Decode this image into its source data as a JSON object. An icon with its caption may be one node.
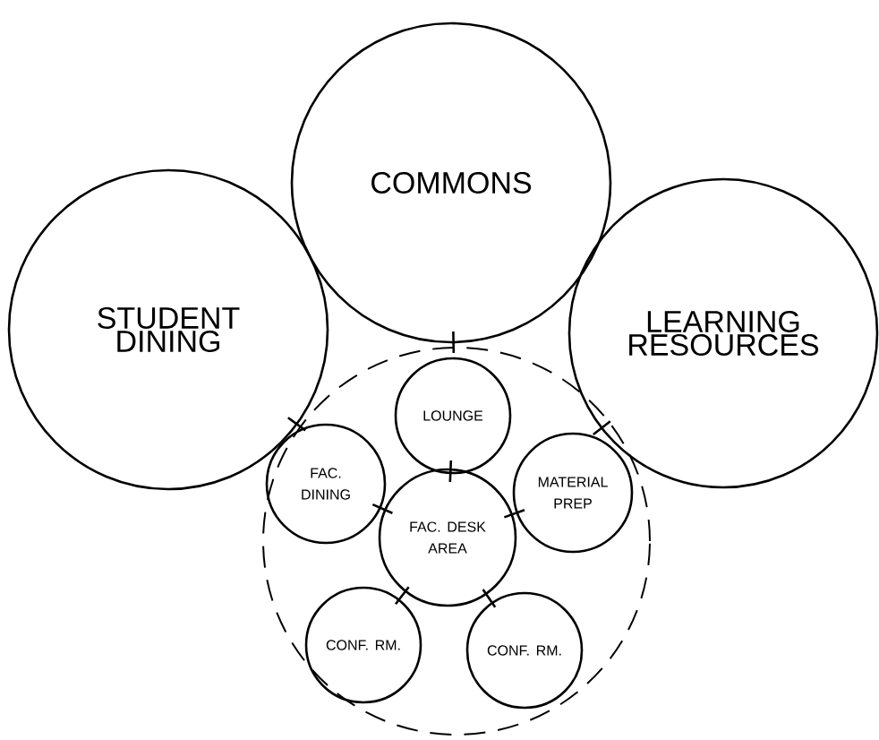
{
  "diagram": {
    "nodes": [
      {
        "text": [
          "COMMONS"
        ]
      },
      {
        "text": [
          "STUDENT DINING"
        ]
      },
      {
        "text": [
          "LEARNING RESOURCES"
        ]
      },
      {
        "text": [],
        "shape": "circle"
      },
      {
        "text": [
          "LOUNGE"
        ],
        "in": 3
      },
      {
        "text": [
          "FAC. DINING"
        ],
        "in": 3
      },
      {
        "text": [
          "FAC. DESK AREA"
        ],
        "in": 3
      },
      {
        "text": [
          "MATERIAL PREP"
        ],
        "in": 3
      },
      {
        "text": [
          "CONF. RM."
        ],
        "in": 3
      },
      {
        "text": [
          "CONF. RM."
        ],
        "in": 3
      }
    ]
  }
}
